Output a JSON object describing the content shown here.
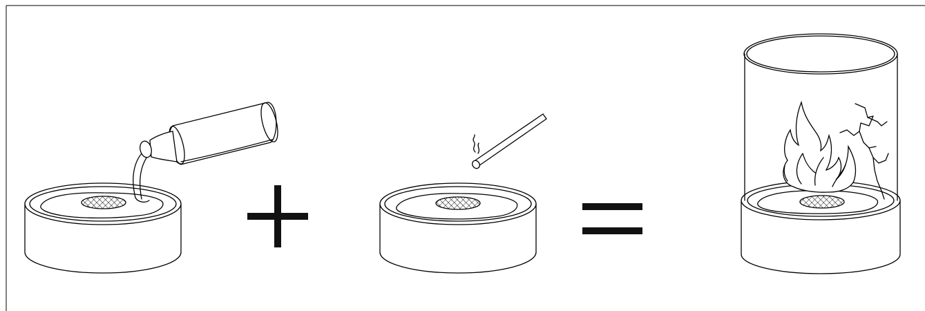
{
  "diagram": {
    "steps": [
      {
        "name": "pour-fuel-into-burner",
        "icon": "bottle-pouring-icon"
      },
      {
        "name": "light-with-match",
        "icon": "match-icon"
      },
      {
        "name": "lit-tabletop-fireplace",
        "icon": "flame-icon"
      }
    ],
    "operators": [
      "plus",
      "equals"
    ],
    "colors": {
      "stroke": "#000000",
      "background": "#ffffff"
    }
  }
}
